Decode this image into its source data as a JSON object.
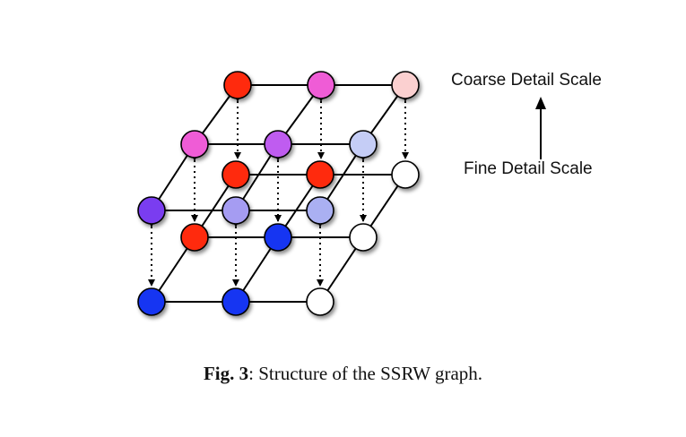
{
  "legend": {
    "top_label": "Coarse Detail Scale",
    "bottom_label": "Fine Detail Scale"
  },
  "caption": {
    "label": "Fig. 3",
    "text": ": Structure of the SSRW graph."
  },
  "colors": {
    "red": "#ff2a10",
    "magenta": "#ef5bd6",
    "pink_pale": "#fbd0d0",
    "violet": "#bf5bf0",
    "blue_pale": "#c5cdf6",
    "indigo": "#7a3df0",
    "lavender": "#a59cf2",
    "periwinkle": "#aab0f2",
    "blue": "#1436f2",
    "white": "#ffffff",
    "edge": "#000000"
  },
  "icons": {
    "scale_arrow": "up-arrow-icon",
    "inter_scale_link": "dotted-double-arrow-icon"
  }
}
